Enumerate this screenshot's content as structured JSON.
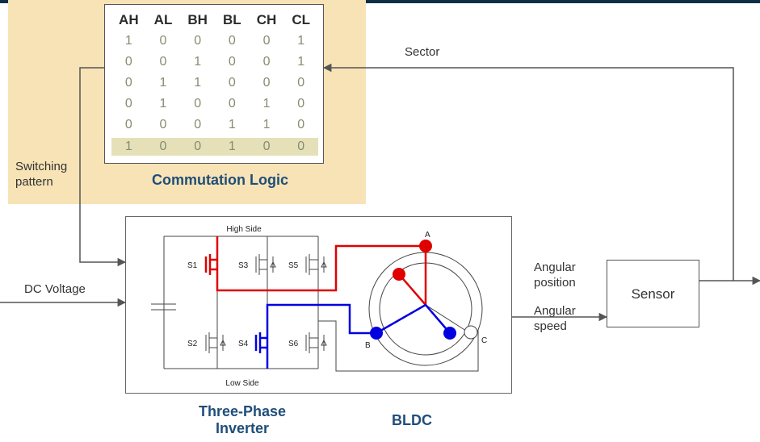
{
  "commutation": {
    "headers": [
      "AH",
      "AL",
      "BH",
      "BL",
      "CH",
      "CL"
    ],
    "rows": [
      [
        "1",
        "0",
        "0",
        "0",
        "0",
        "1"
      ],
      [
        "0",
        "0",
        "1",
        "0",
        "0",
        "1"
      ],
      [
        "0",
        "1",
        "1",
        "0",
        "0",
        "0"
      ],
      [
        "0",
        "1",
        "0",
        "0",
        "1",
        "0"
      ],
      [
        "0",
        "0",
        "0",
        "1",
        "1",
        "0"
      ],
      [
        "1",
        "0",
        "0",
        "1",
        "0",
        "0"
      ]
    ],
    "highlighted_row": 5,
    "title": "Commutation Logic"
  },
  "labels": {
    "sector": "Sector",
    "switching_1": "Switching",
    "switching_2": "pattern",
    "dc_voltage": "DC Voltage",
    "angular_position_1": "Angular",
    "angular_position_2": "position",
    "angular_speed_1": "Angular",
    "angular_speed_2": "speed",
    "sensor": "Sensor"
  },
  "inverter": {
    "high_side": "High Side",
    "low_side": "Low Side",
    "switches": [
      "S1",
      "S2",
      "S3",
      "S4",
      "S5",
      "S6"
    ],
    "phases": [
      "A",
      "B",
      "C"
    ],
    "title_1": "Three-Phase",
    "title_2": "Inverter",
    "motor_title": "BLDC"
  },
  "colors": {
    "panel": "#f7e3b6",
    "title": "#1f4e79",
    "phase_a": "#e00000",
    "phase_b": "#0000e0",
    "highlight_row": "#e6e0b8"
  }
}
